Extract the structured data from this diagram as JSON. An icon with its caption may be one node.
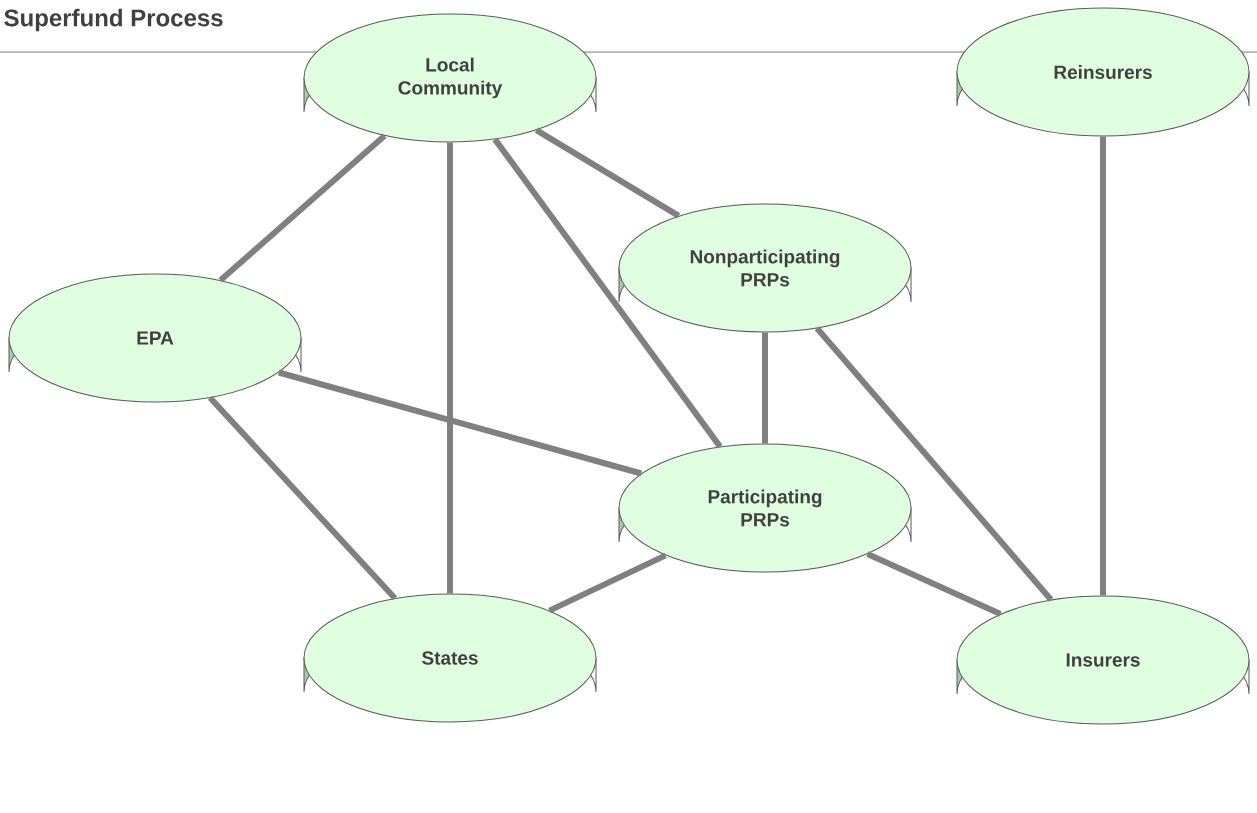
{
  "diagram": {
    "title": "Superfund Process",
    "nodes": [
      {
        "text": [
          "Local Community"
        ]
      },
      {
        "text": [
          "Reinsurers"
        ]
      },
      {
        "text": [
          "Nonparticipating PRPs"
        ]
      },
      {
        "text": [
          "EPA"
        ]
      },
      {
        "text": [
          "Participating PRPs"
        ]
      },
      {
        "text": [
          "States"
        ]
      },
      {
        "text": [
          "Insurers"
        ]
      }
    ],
    "edges": [
      {
        "from": 0,
        "to": 3,
        "arrow": "none"
      },
      {
        "from": 0,
        "to": 5,
        "arrow": "none"
      },
      {
        "from": 0,
        "to": 4,
        "arrow": "none"
      },
      {
        "from": 0,
        "to": 2,
        "arrow": "none"
      },
      {
        "from": 1,
        "to": 6,
        "arrow": "none"
      },
      {
        "from": 2,
        "to": 4,
        "arrow": "none"
      },
      {
        "from": 2,
        "to": 6,
        "arrow": "none"
      },
      {
        "from": 3,
        "to": 4,
        "arrow": "none"
      },
      {
        "from": 3,
        "to": 5,
        "arrow": "none"
      },
      {
        "from": 5,
        "to": 4,
        "arrow": "none"
      },
      {
        "from": 4,
        "to": 6,
        "arrow": "none"
      }
    ]
  }
}
